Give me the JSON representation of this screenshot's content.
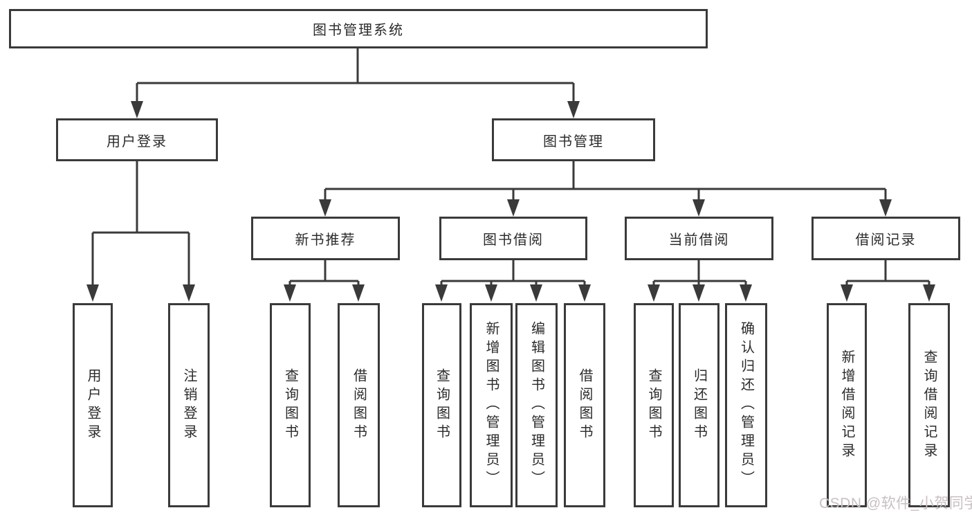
{
  "tree": {
    "label": "图书管理系统",
    "children": [
      {
        "label": "用户登录",
        "children": [
          {
            "label": "用户登录"
          },
          {
            "label": "注销登录"
          }
        ]
      },
      {
        "label": "图书管理",
        "children": [
          {
            "label": "新书推荐",
            "children": [
              {
                "label": "查询图书"
              },
              {
                "label": "借阅图书"
              }
            ]
          },
          {
            "label": "图书借阅",
            "children": [
              {
                "label": "查询图书"
              },
              {
                "label": "新增图书（管理员）"
              },
              {
                "label": "编辑图书（管理员）"
              },
              {
                "label": "借阅图书"
              }
            ]
          },
          {
            "label": "当前借阅",
            "children": [
              {
                "label": "查询图书"
              },
              {
                "label": "归还图书"
              },
              {
                "label": "确认归还（管理员）"
              }
            ]
          },
          {
            "label": "借阅记录",
            "children": [
              {
                "label": "新增借阅记录"
              },
              {
                "label": "查询借阅记录"
              }
            ]
          }
        ]
      }
    ]
  },
  "watermark": "CSDN @软件_小贺同学",
  "colors": {
    "line": "#3a3a3a",
    "box_border": "#3a3a3a",
    "text": "#2b2b2b",
    "watermark": "#c9c0c0",
    "background": "#ffffff"
  }
}
